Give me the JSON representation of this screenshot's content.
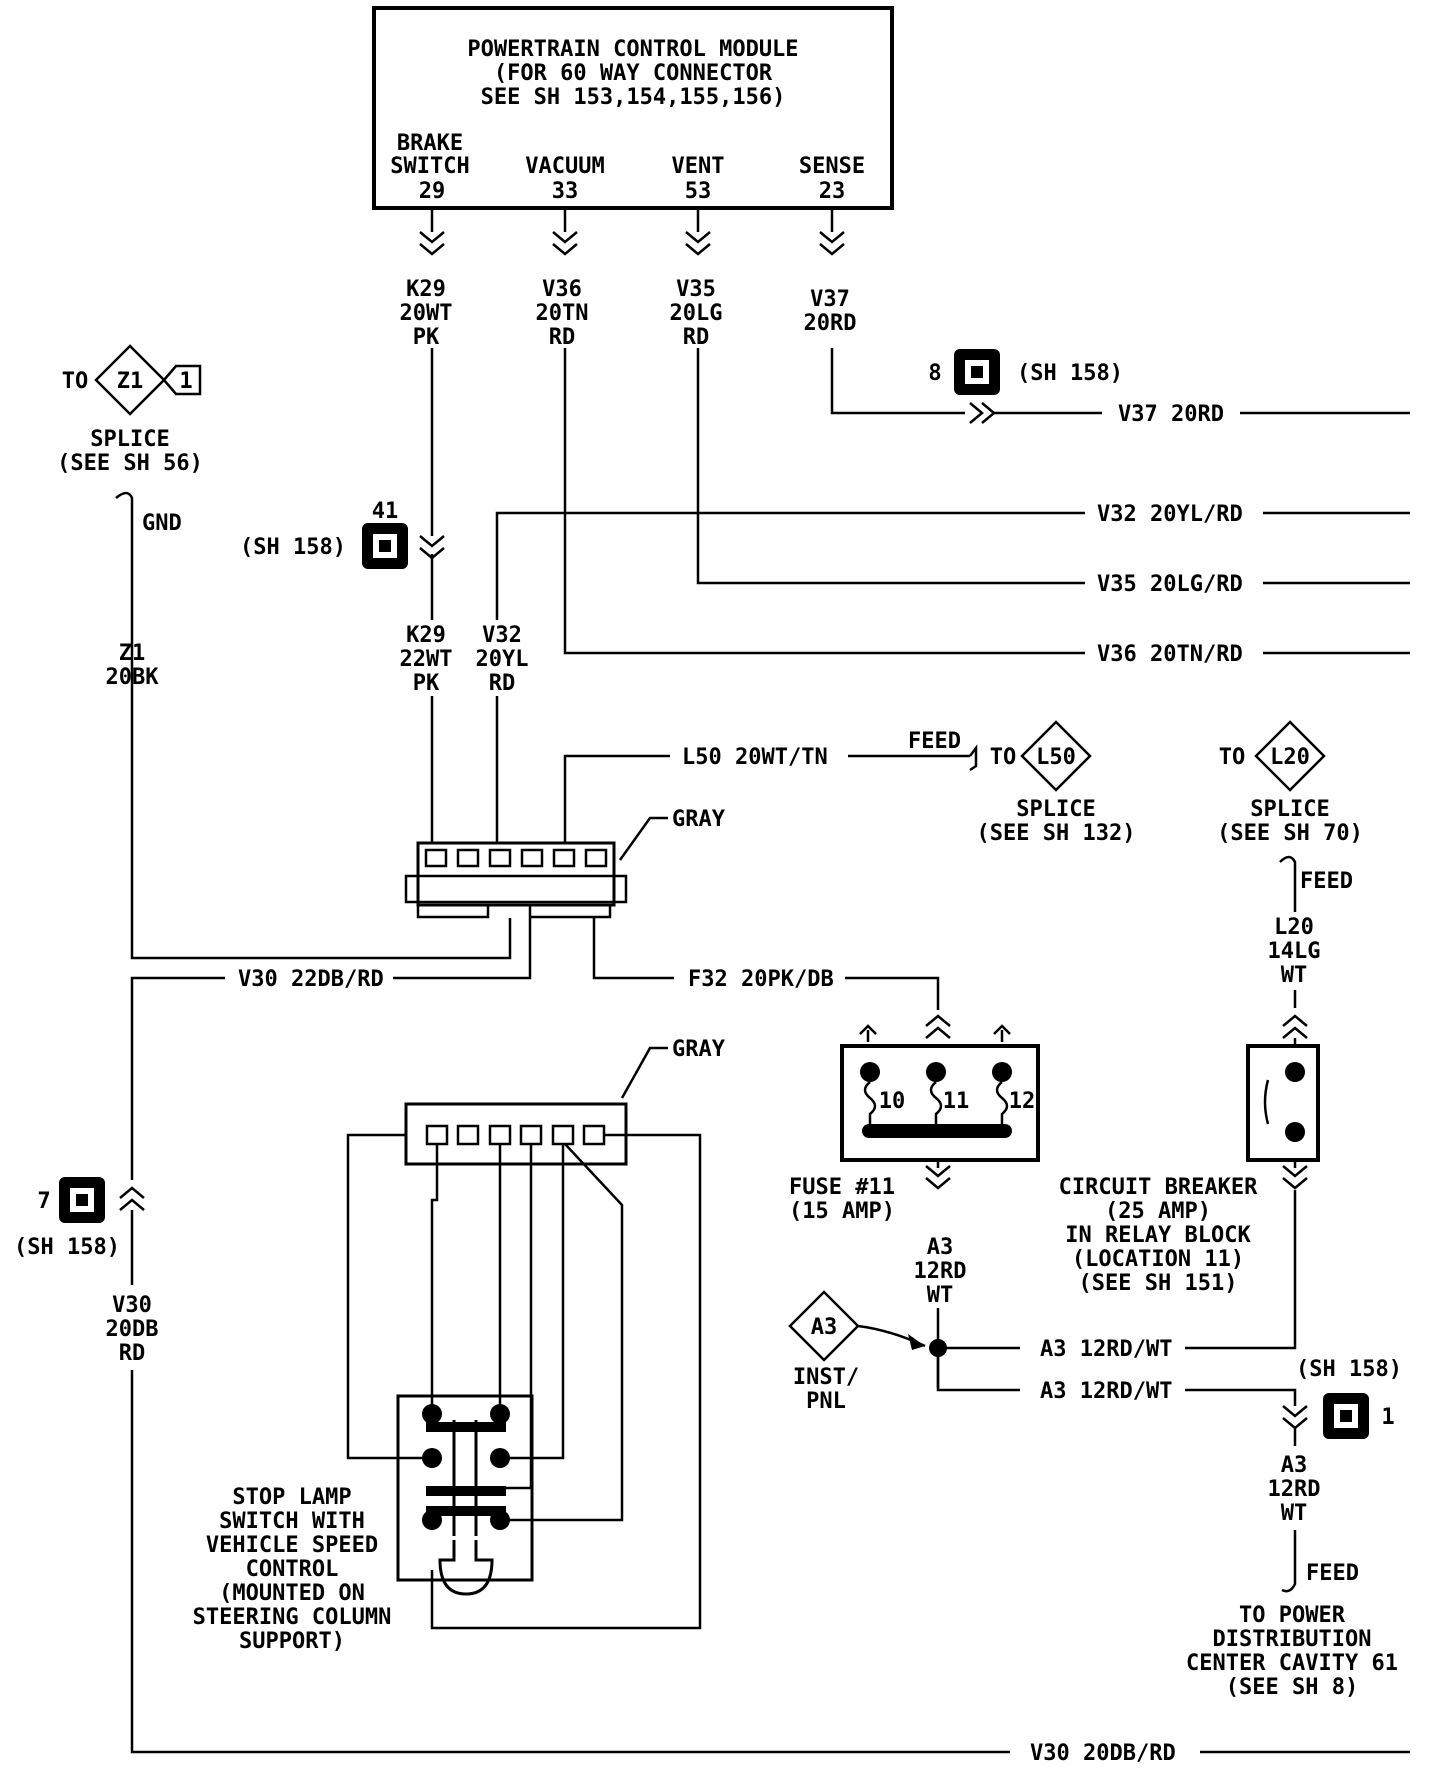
{
  "pcm": {
    "title_lines": [
      "POWERTRAIN CONTROL MODULE",
      "(FOR 60 WAY CONNECTOR",
      "SEE SH 153,154,155,156)"
    ],
    "pins": [
      {
        "name_lines": [
          "BRAKE",
          "SWITCH"
        ],
        "pin": "29"
      },
      {
        "name_lines": [
          "VACUUM"
        ],
        "pin": "33"
      },
      {
        "name_lines": [
          "VENT"
        ],
        "pin": "53"
      },
      {
        "name_lines": [
          "SENSE"
        ],
        "pin": "23"
      }
    ]
  },
  "pcm_wires": [
    [
      "K29",
      "20WT",
      "PK"
    ],
    [
      "V36",
      "20TN",
      "RD"
    ],
    [
      "V35",
      "20LG",
      "RD"
    ],
    [
      "V37",
      "20RD"
    ]
  ],
  "connectors": {
    "c8": {
      "num": "8",
      "ref": "(SH 158)"
    },
    "c41": {
      "num": "41",
      "ref": "(SH 158)"
    },
    "c7": {
      "num": "7",
      "ref": "(SH 158)"
    },
    "c1": {
      "num": "1",
      "ref": "(SH 158)"
    }
  },
  "right_wires": {
    "v37": "V37 20RD",
    "v32": "V32 20YL/RD",
    "v35": "V35 20LG/RD",
    "v36": "V36 20TN/RD",
    "v30": "V30 20DB/RD"
  },
  "z1_splice": {
    "to": "TO",
    "id": "Z1",
    "pin": "1",
    "label_lines": [
      "SPLICE",
      "(SEE SH 56)"
    ],
    "gnd": "GND",
    "wire": [
      "Z1",
      "20BK"
    ]
  },
  "switch_wires": {
    "k29": [
      "K29",
      "22WT",
      "PK"
    ],
    "v32": [
      "V32",
      "20YL",
      "RD"
    ]
  },
  "l50": {
    "wire": "L50 20WT/TN",
    "feed": "FEED",
    "to": "TO",
    "id": "L50",
    "label_lines": [
      "SPLICE",
      "(SEE SH 132)"
    ]
  },
  "gray_top": "GRAY",
  "gray_bottom": "GRAY",
  "v30_22": "V30 22DB/RD",
  "f32": "F32 20PK/DB",
  "v30_vertical": [
    "V30",
    "20DB",
    "RD"
  ],
  "l20": {
    "to": "TO",
    "id": "L20",
    "label_lines": [
      "SPLICE",
      "(SEE SH 70)"
    ],
    "feed": "FEED",
    "wire": [
      "L20",
      "14LG",
      "WT"
    ]
  },
  "fuse": {
    "pins": [
      "10",
      "11",
      "12"
    ],
    "label_lines": [
      "FUSE #11",
      "(15 AMP)"
    ]
  },
  "breaker": {
    "label_lines": [
      "CIRCUIT BREAKER",
      "(25 AMP)",
      "IN RELAY BLOCK",
      "(LOCATION 11)",
      "(SEE SH 151)"
    ]
  },
  "a3": {
    "fuse_out": [
      "A3",
      "12RD",
      "WT"
    ],
    "inst_id": "A3",
    "inst_lines": [
      "INST/",
      "PNL"
    ],
    "upper": "A3 12RD/WT",
    "lower": "A3 12RD/WT",
    "down": [
      "A3",
      "12RD",
      "WT"
    ],
    "feed": "FEED",
    "dest_lines": [
      "TO POWER",
      "DISTRIBUTION",
      "CENTER CAVITY 61",
      "(SEE SH 8)"
    ]
  },
  "stop_lamp": {
    "label_lines": [
      "STOP LAMP",
      "SWITCH WITH",
      "VEHICLE SPEED",
      "CONTROL",
      "(MOUNTED ON",
      "STEERING COLUMN",
      "SUPPORT)"
    ]
  }
}
